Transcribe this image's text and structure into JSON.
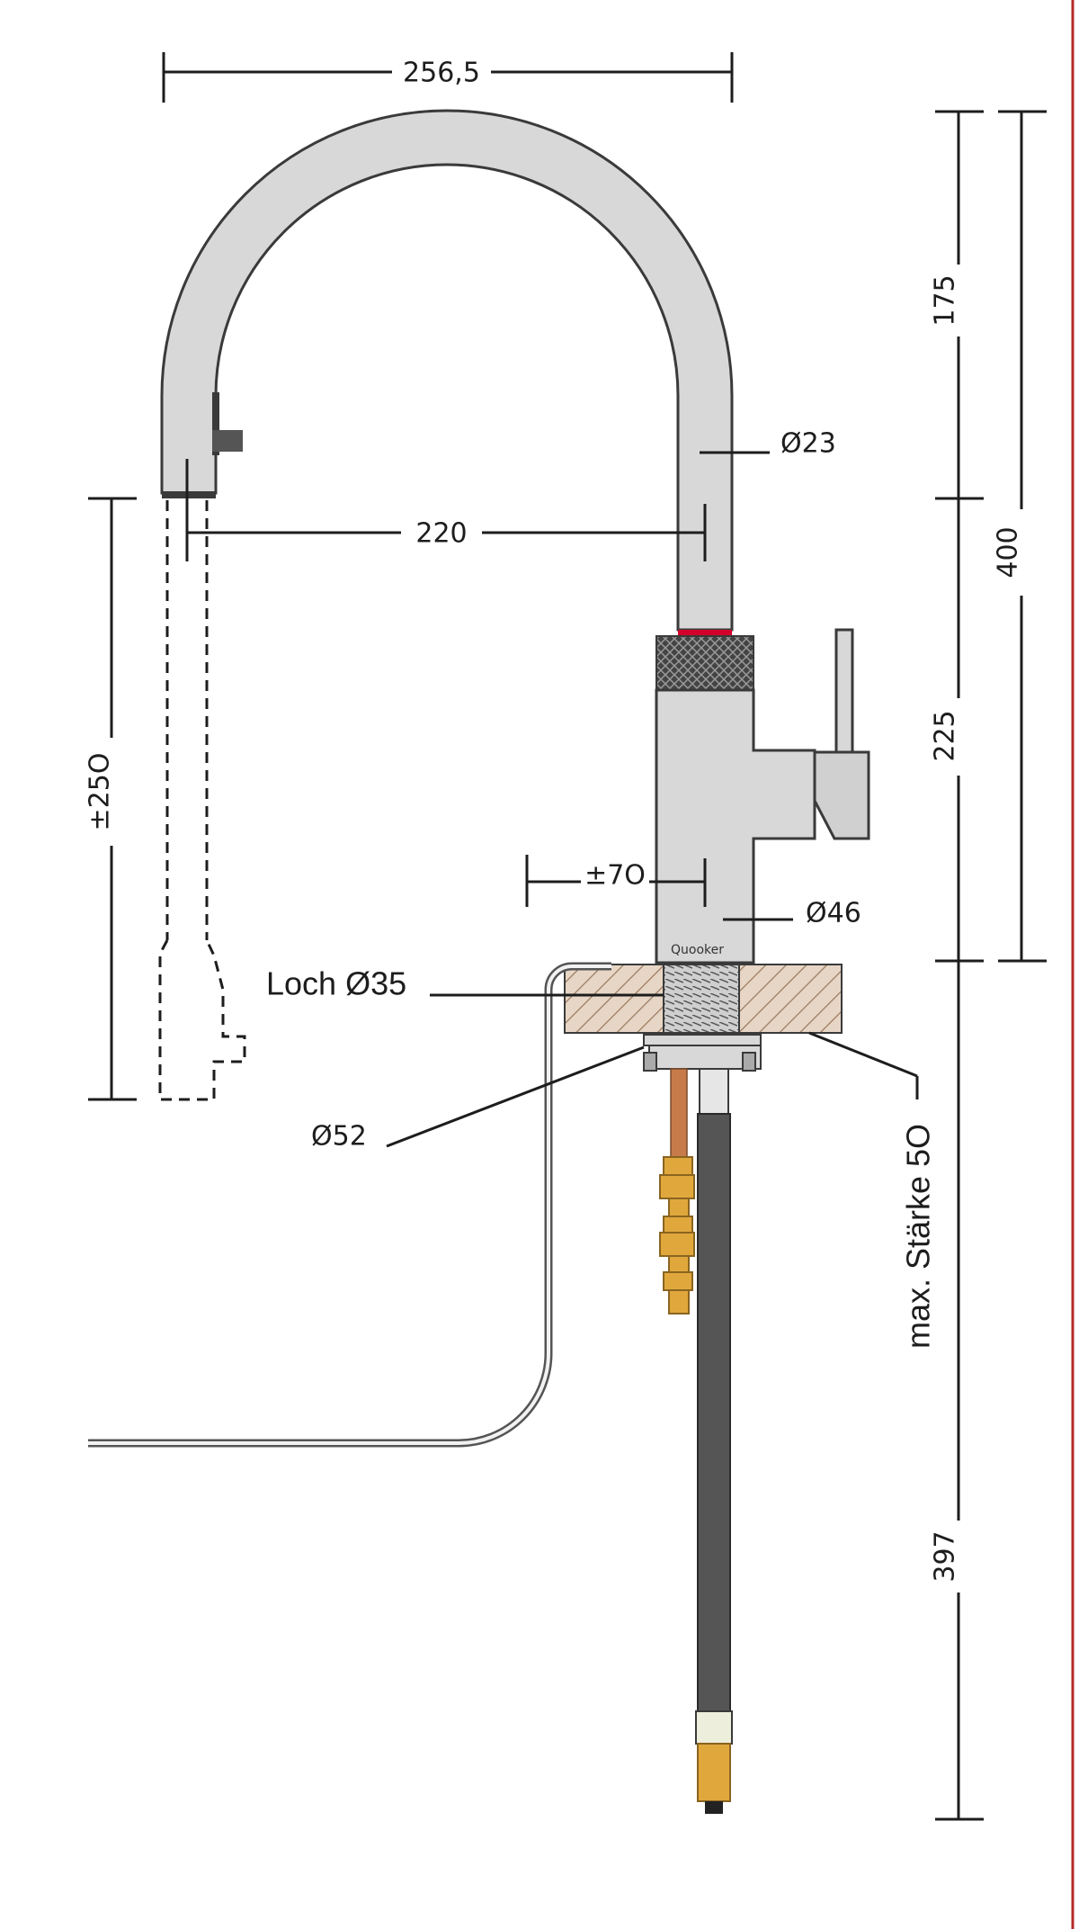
{
  "dimensions": {
    "width_top": "256,5",
    "reach": "220",
    "spout_diameter": "Ø23",
    "height_upper": "175",
    "height_lower": "225",
    "height_total": "400",
    "pullout": "±25O",
    "swivel": "±7O",
    "body_diameter": "Ø46",
    "hole": "Loch Ø35",
    "flange_diameter": "Ø52",
    "max_thickness": "max. Stärke 5O",
    "below_deck": "397"
  },
  "brand": "Quooker",
  "colors": {
    "tap_body": "#d8d8d8",
    "outline": "#3a3a3a",
    "red_ring": "#d2002a",
    "countertop": "#e7d6c6",
    "hatch": "#9a7a60",
    "hose": "#555555",
    "brass": "#e0a83c",
    "copper": "#c77b4a",
    "border_red": "#b52a2a"
  }
}
